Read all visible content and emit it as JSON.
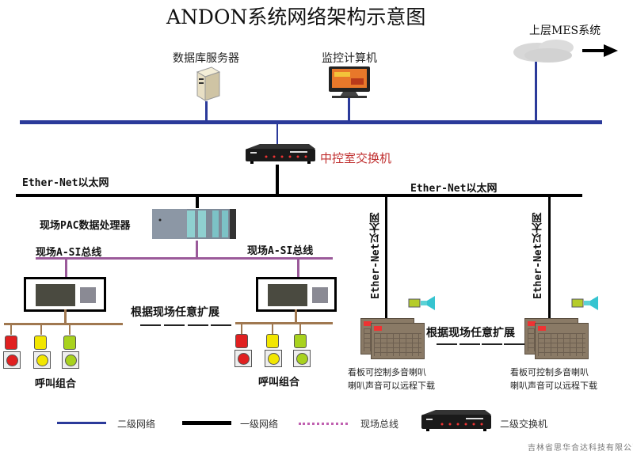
{
  "title": "ANDON系统网络架构示意图",
  "top": {
    "mes_label": "上层MES系统",
    "db_server_label": "数据库服务器",
    "monitor_pc_label": "监控计算机"
  },
  "core": {
    "switch_label": "中控室交换机",
    "ethernet_left_label": "Ether-Net以太网",
    "ethernet_right_label": "Ether-Net以太网"
  },
  "field": {
    "pac_label": "现场PAC数据处理器",
    "asi_bus_left_label": "现场A-SI总线",
    "asi_bus_right_label": "现场A-SI总线",
    "expand_label_left": "根据现场任意扩展",
    "expand_label_right": "根据现场任意扩展",
    "call_combo_left": "呼叫组合",
    "call_combo_right": "呼叫组合",
    "lamp_colors": [
      "#e02020",
      "#f2e600",
      "#a8d21e"
    ]
  },
  "boards": {
    "vertical_label_left": "Ether-Net以太网",
    "vertical_label_right": "Ether-Net以太网",
    "desc_left_line1": "看板可控制多音喇叭",
    "desc_left_line2": "喇叭声音可以远程下载",
    "desc_right_line1": "看板可控制多音喇叭",
    "desc_right_line2": "喇叭声音可以远程下载"
  },
  "legend": {
    "items": [
      {
        "label": "二级网络",
        "color": "#2b3a9a"
      },
      {
        "label": "一级网络",
        "color": "#000000"
      },
      {
        "label": "现场总线",
        "color": "#c060b0"
      },
      {
        "label": "二级交换机",
        "color": "#111111"
      }
    ]
  },
  "footer": {
    "company": "吉林省思华合达科技有限公司"
  }
}
